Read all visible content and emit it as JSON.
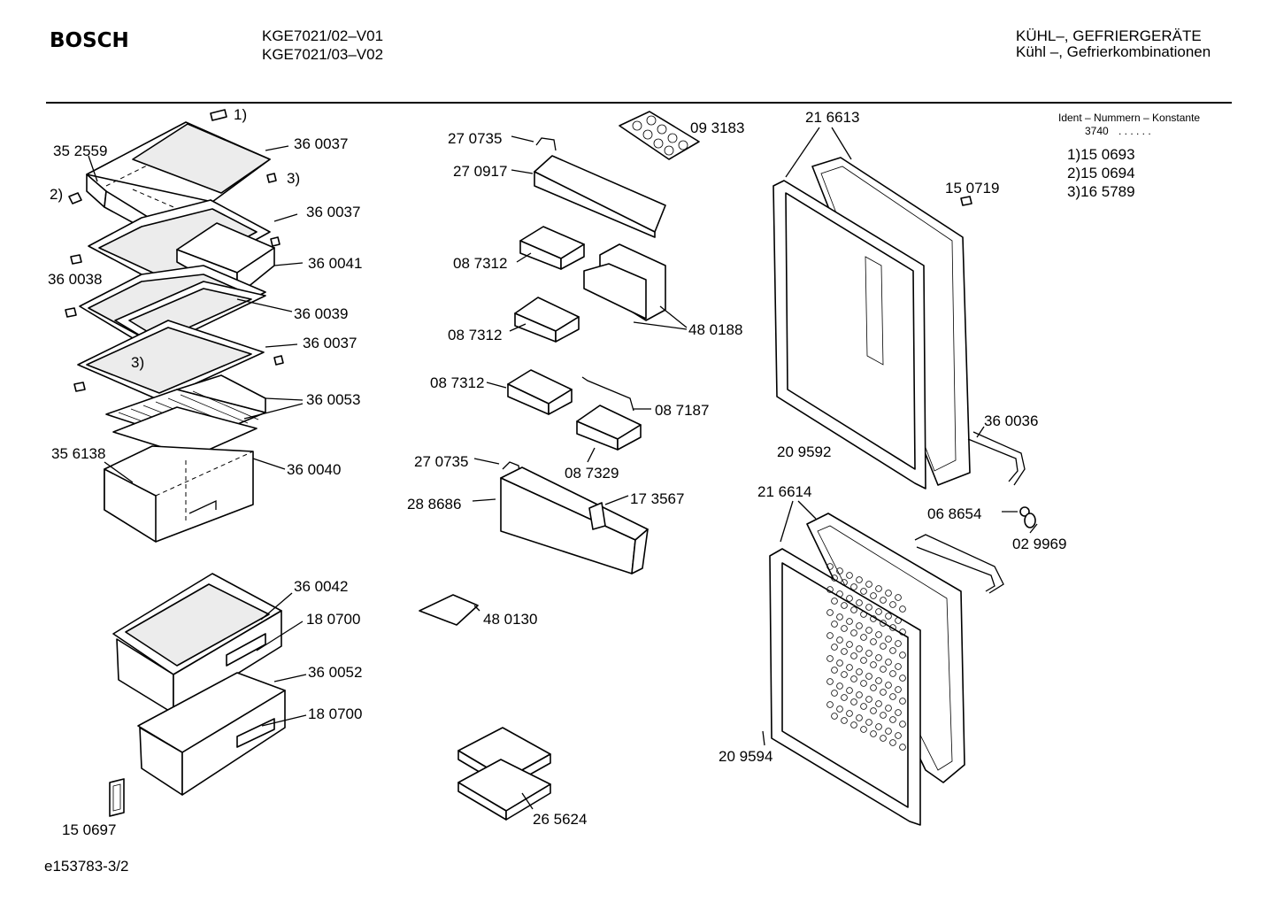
{
  "header": {
    "brand": "BOSCH",
    "model_line_1": "KGE7021/02–V01",
    "model_line_2": "KGE7021/03–V02",
    "category_line_1": "KÜHL–, GEFRIERGERÄTE",
    "category_line_2": "Kühl –, Gefrierkombinationen"
  },
  "legend": {
    "title": "Ident – Nummern – Konstante",
    "code": "3740",
    "dots": ". .   . . . .",
    "items": [
      "1)15 0693",
      "2)15 0694",
      "3)16 5789"
    ]
  },
  "footer": {
    "doc_id": "e153783-3/2"
  },
  "labels": {
    "l_1": "1)",
    "l_352559": "35 2559",
    "l_360037_a": "36 0037",
    "l_3_a": "3)",
    "l_2": "2)",
    "l_360037_b": "36 0037",
    "l_360041": "36 0041",
    "l_360038": "36 0038",
    "l_360039": "36 0039",
    "l_360037_c": "36 0037",
    "l_3_b": "3)",
    "l_360053": "36 0053",
    "l_356138": "35 6138",
    "l_360040": "36 0040",
    "l_360042": "36 0042",
    "l_180700_a": "18 0700",
    "l_360052": "36 0052",
    "l_180700_b": "18 0700",
    "l_150697": "15 0697",
    "l_270735_a": "27 0735",
    "l_093183": "09 3183",
    "l_270917": "27 0917",
    "l_087312_a": "08 7312",
    "l_480188": "48 0188",
    "l_087312_b": "08 7312",
    "l_087312_c": "08 7312",
    "l_087187": "08 7187",
    "l_087329": "08 7329",
    "l_270735_b": "27 0735",
    "l_288686": "28 8686",
    "l_173567": "17 3567",
    "l_480130": "48 0130",
    "l_265624": "26 5624",
    "l_216613": "21 6613",
    "l_150719": "15 0719",
    "l_360036": "36 0036",
    "l_209592": "20 9592",
    "l_216614": "21 6614",
    "l_068654": "06 8654",
    "l_029969": "02 9969",
    "l_209594": "20 9594"
  }
}
